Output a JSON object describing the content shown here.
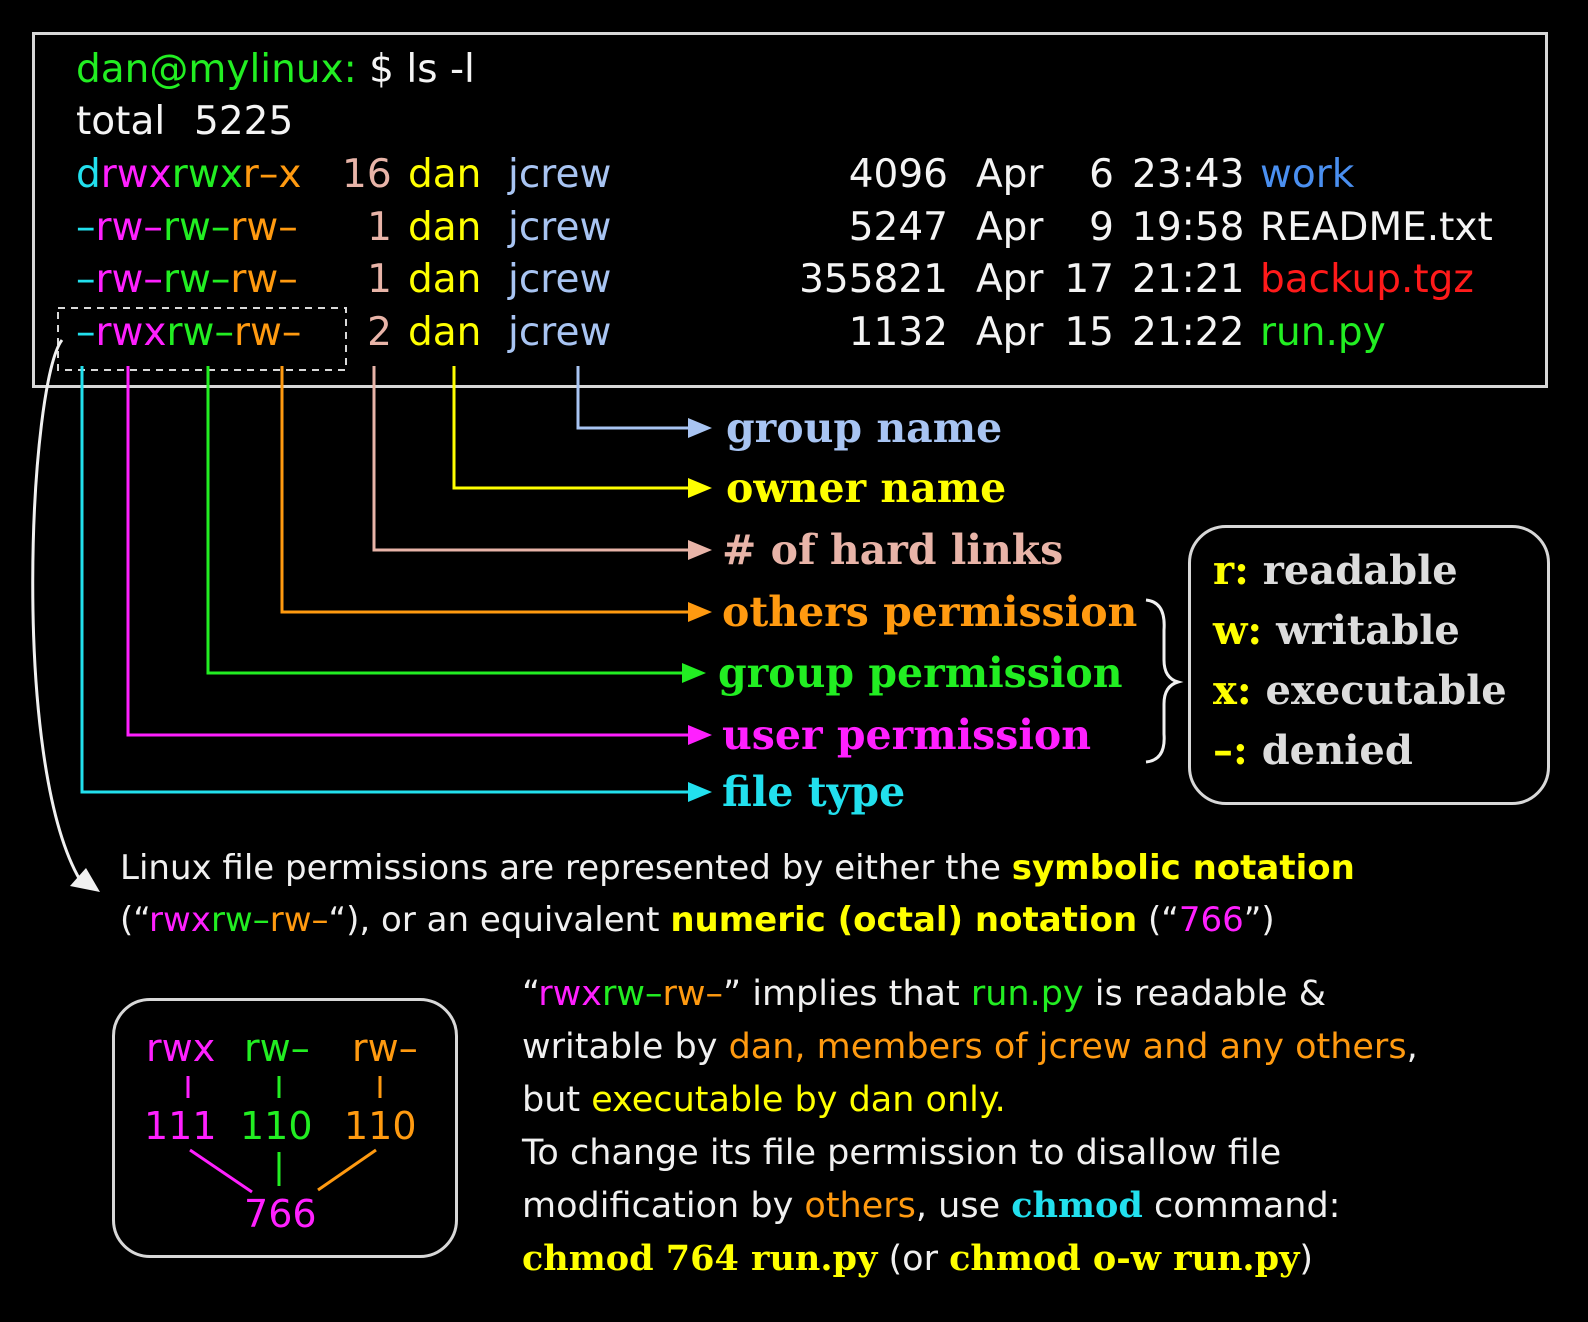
{
  "terminal": {
    "prompt": "dan@mylinux:",
    "command": " $ ls -l",
    "total_label": "total",
    "total_value": "5225",
    "rows": [
      {
        "ftype": "d",
        "user": "rwx",
        "group": "rwx",
        "others": "r–x",
        "links": "16",
        "owner": "dan",
        "group_name": "jcrew",
        "size": "4096",
        "month": "Apr",
        "day": "6",
        "time": "23:43",
        "name": "work"
      },
      {
        "ftype": "–",
        "user": "rw–",
        "group": "rw–",
        "others": "rw–",
        "links": "1",
        "owner": "dan",
        "group_name": "jcrew",
        "size": "5247",
        "month": "Apr",
        "day": "9",
        "time": "19:58",
        "name": "README.txt"
      },
      {
        "ftype": "–",
        "user": "rw–",
        "group": "rw–",
        "others": "rw–",
        "links": "1",
        "owner": "dan",
        "group_name": "jcrew",
        "size": "355821",
        "month": "Apr",
        "day": "17",
        "time": "21:21",
        "name": "backup.tgz"
      },
      {
        "ftype": "–",
        "user": "rwx",
        "group": "rw–",
        "others": "rw–",
        "links": "2",
        "owner": "dan",
        "group_name": "jcrew",
        "size": "1132",
        "month": "Apr",
        "day": "15",
        "time": "21:22",
        "name": "run.py"
      }
    ]
  },
  "labels": {
    "group_name": "group name",
    "owner_name": "owner name",
    "hard_links": "# of  hard links",
    "others_permission": "others permission",
    "group_permission": "group permission",
    "user_permission": "user permission",
    "file_type": "file type"
  },
  "legend": [
    {
      "key": "r:",
      "desc": " readable"
    },
    {
      "key": "w:",
      "desc": " writable"
    },
    {
      "key": "x:",
      "desc": " executable"
    },
    {
      "key": "–:",
      "desc": " denied"
    }
  ],
  "explanation": {
    "l1_a": "Linux file permissions are represented by either the ",
    "l1_b": "symbolic notation",
    "l2_a": "(“",
    "l2_user": "rwx",
    "l2_group": "rw–",
    "l2_others": "rw–",
    "l2_b": "“), or an equivalent ",
    "l2_c": "numeric (octal) notation",
    "l2_d": " (“",
    "l2_e": "766",
    "l2_f": "”)"
  },
  "octal": {
    "user_sym": "rwx",
    "group_sym": "rw–",
    "others_sym": "rw–",
    "user_bin": "111",
    "group_bin": "110",
    "others_bin": "110",
    "d1": "7",
    "d2": "6",
    "d3": "6"
  },
  "desc": {
    "p1_a": "“",
    "p1_user": "rwx",
    "p1_group": "rw–",
    "p1_others": "rw–",
    "p1_b": "” implies that ",
    "p1_c": "run.py",
    "p1_d": " is readable &",
    "p2_a": "writable by ",
    "p2_b": "dan, members of jcrew and any others",
    "p2_c": ",",
    "p3_a": "but ",
    "p3_b": "executable by dan only.",
    "p4": "To change its file permission to disallow file",
    "p5_a": "modification by ",
    "p5_b": "others",
    "p5_c": ", use ",
    "p5_d": "chmod",
    "p5_e": " command:",
    "p6_a": "chmod 764 run.py",
    "p6_b": "  (or ",
    "p6_c": "chmod o-w run.py",
    "p6_d": ")"
  }
}
